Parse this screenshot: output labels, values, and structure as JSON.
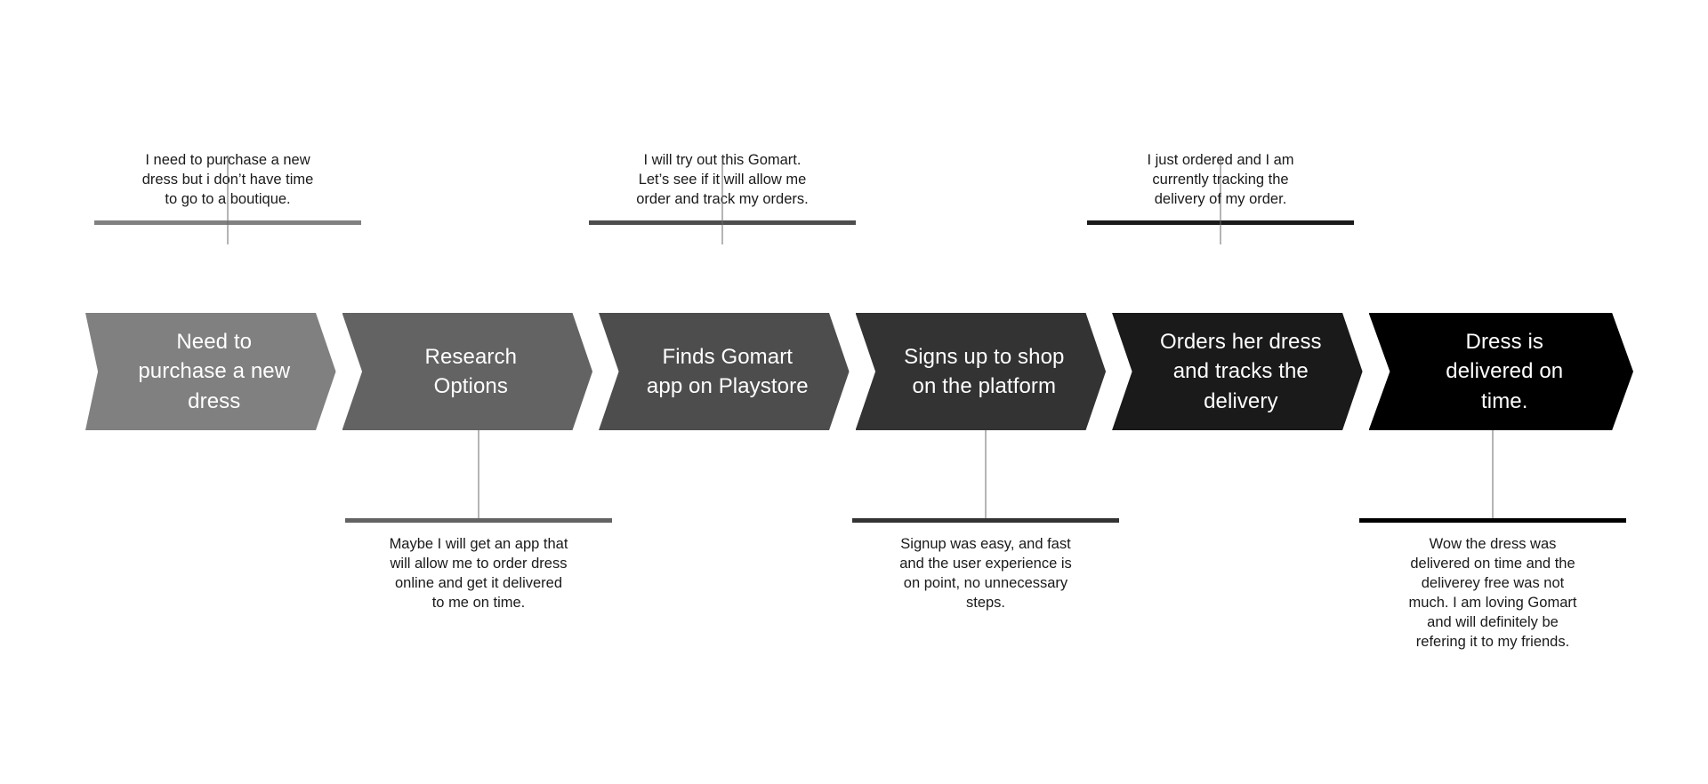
{
  "meta": {
    "title": "Customer Journey Map",
    "background_color": "#ffffff"
  },
  "chart_data": {
    "type": "diagram",
    "diagram_type": "customer-journey-chevron-flow",
    "title": "Customer Journey Map",
    "stage_count": 6,
    "stages": [
      {
        "index": 1,
        "label": "Need to\npurchase a new\ndress",
        "color": "#808080",
        "quote": "I need to purchase a new\ndress but i don’t have time\nto go to a boutique.",
        "quote_position": "above"
      },
      {
        "index": 2,
        "label": "Research\nOptions",
        "color": "#636363",
        "quote": "Maybe I will get an app that\nwill allow me to order dress\nonline and get it delivered\nto me on time.",
        "quote_position": "below"
      },
      {
        "index": 3,
        "label": "Finds Gomart\napp on Playstore",
        "color": "#4d4d4d",
        "quote": "I will try out this Gomart.\nLet’s see if it will allow me\norder and track my orders.",
        "quote_position": "above"
      },
      {
        "index": 4,
        "label": "Signs up to shop\non the platform",
        "color": "#333333",
        "quote": "Signup was easy, and fast\nand the user experience is\non point, no unnecessary\nsteps.",
        "quote_position": "below"
      },
      {
        "index": 5,
        "label": "Orders her dress\nand tracks the\ndelivery",
        "color": "#1a1a1a",
        "quote": "I just ordered and I am\ncurrently tracking the\ndelivery of my order.",
        "quote_position": "above"
      },
      {
        "index": 6,
        "label": "Dress is\ndelivered on\ntime.",
        "color": "#000000",
        "quote": "Wow the dress was\ndelivered on time and the\ndeliverey free was not\nmuch. I am loving Gomart\nand will definitely be\nrefering it to my friends.",
        "quote_position": "below"
      }
    ]
  }
}
